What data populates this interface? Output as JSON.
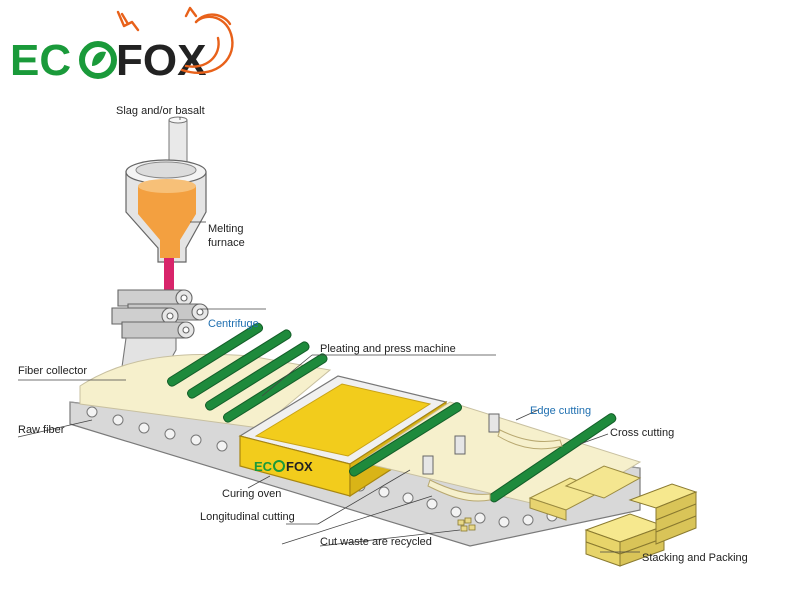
{
  "logo": {
    "text_left": "EC",
    "text_right": "FOX",
    "green": "#1a9a3a",
    "orange": "#e8611a",
    "black": "#222222"
  },
  "oven_logo": {
    "text_left": "EC",
    "text_right": "FOX"
  },
  "labels": {
    "slag": "Slag and/or basalt",
    "melting_1": "Melting",
    "melting_2": "furnace",
    "centrifuge": "Centrifuge",
    "fiber_collector": "Fiber collector",
    "raw_fiber": "Raw fiber",
    "pleating": "Pleating and press machine",
    "edge_cutting": "Edge cutting",
    "cross_cutting": "Cross cutting",
    "curing_oven": "Curing oven",
    "longitudinal": "Longitudinal cutting",
    "cut_waste": "Cut waste are recycled",
    "stacking": "Stacking and Packing"
  },
  "colors": {
    "accent_blue": "#1f6fb0",
    "oven_yellow": "#f2cc1c",
    "roller_green": "#1e8a3c",
    "melt_orange": "#f3a040",
    "stream_pink": "#d8246a",
    "fiber_cream": "#f6f0cc"
  }
}
